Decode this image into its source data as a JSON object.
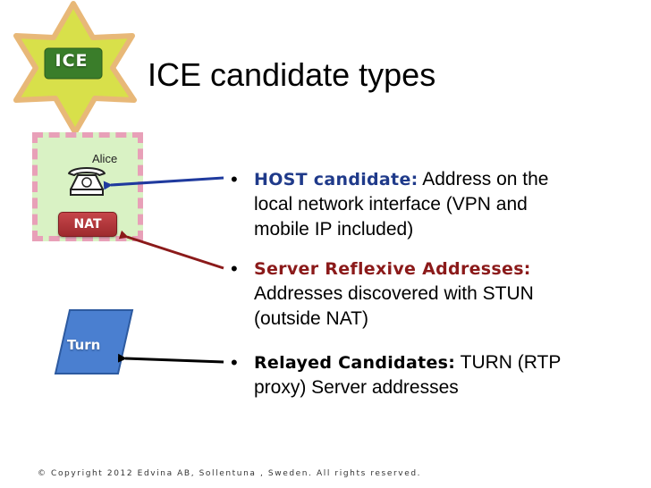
{
  "badge": {
    "text": "ICE"
  },
  "title": "ICE candidate types",
  "diagram": {
    "alice_label": "Alice",
    "nat_label": "NAT",
    "turn_label": "Turn"
  },
  "bullets": [
    {
      "term": "HOST candidate:",
      "text": " Address on the local network interface (VPN and mobile IP included)",
      "color": "#1f3a8a"
    },
    {
      "term": "Server Reflexive Addresses:",
      "text": " Addresses discovered with STUN (outside NAT)",
      "color": "#8b1a1a"
    },
    {
      "term": "Relayed Candidates:",
      "text": " TURN (RTP proxy) Server addresses",
      "color": "#000000"
    }
  ],
  "copyright": "© Copyright 2012 Edvina AB, Sollentuna , Sweden. All rights reserved.",
  "colors": {
    "host_arrow": "#1f3a9e",
    "srflx_arrow": "#8b1a1a",
    "relay_arrow": "#000000",
    "star_fill": "#d8e04a",
    "star_outline": "#e8b878",
    "badge_fill": "#3a7d2a",
    "turn_fill": "#4a7fd0"
  },
  "icons": [
    "star-badge",
    "phone-icon",
    "nat-badge",
    "turn-server-icon"
  ]
}
